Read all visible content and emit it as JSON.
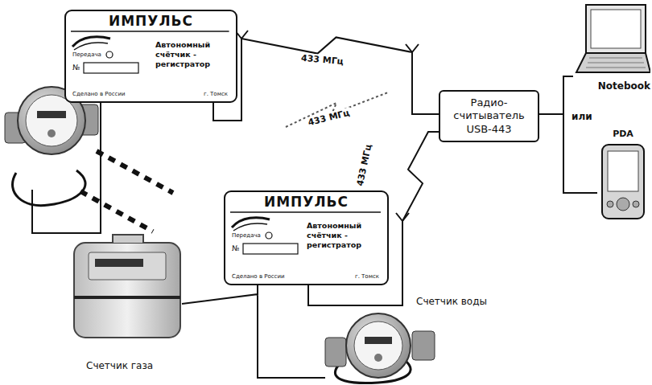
{
  "diagram": {
    "nodes": [
      {
        "text": [
          "ИМПУЛЬС",
          "Автономный счётчик - регистратор",
          "Передача",
          "№",
          "Сделано в России",
          "г. Томск"
        ]
      },
      {
        "text": [
          "ИМПУЛЬС",
          "Автономный счётчик - регистратор",
          "Передача",
          "№",
          "Сделано в России",
          "г. Томск"
        ]
      },
      {
        "text": [
          "Радио- считыватель USB-443"
        ]
      },
      {
        "text": [
          "Notebook"
        ]
      },
      {
        "text": [
          "PDA"
        ]
      }
    ],
    "edges": [
      {
        "from": 0,
        "to": 2,
        "label": "433 МГц",
        "arrow": "none"
      },
      {
        "from": 1,
        "to": 2,
        "label": "433 МГц",
        "arrow": "none"
      },
      {
        "from": 2,
        "to": 3,
        "arrow": "none"
      },
      {
        "from": 2,
        "to": 4,
        "arrow": "none"
      }
    ],
    "labels": [
      "433 МГц",
      "или",
      "Счетчик воды",
      "Счетчик газа"
    ]
  }
}
